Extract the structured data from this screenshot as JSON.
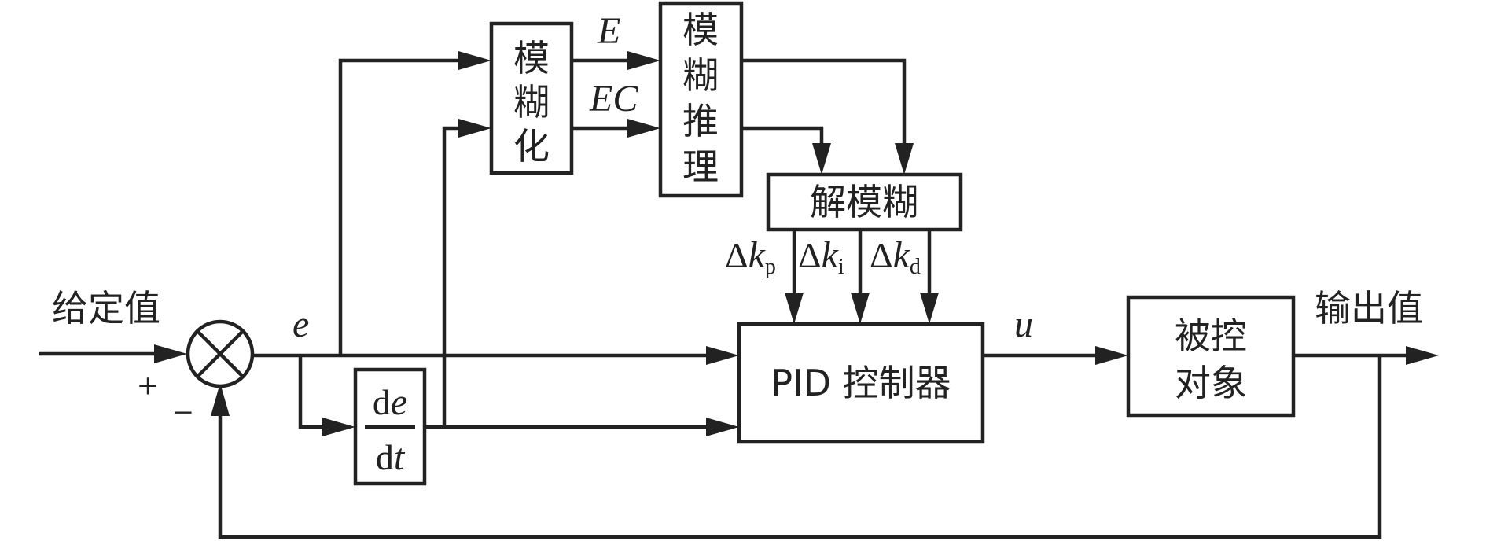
{
  "labels": {
    "input": "给定值",
    "output": "输出值",
    "error": "e",
    "control": "u",
    "plus": "+",
    "minus": "−",
    "E": "E",
    "EC": "EC"
  },
  "blocks": {
    "fuzzify": [
      "模",
      "糊",
      "化"
    ],
    "inference": [
      "模",
      "糊",
      "推",
      "理"
    ],
    "defuzz": "解模糊",
    "pid": "PID 控制器",
    "plant": [
      "被控",
      "对象"
    ],
    "deriv_num_d": "d",
    "deriv_num_e": "e",
    "deriv_den_d": "d",
    "deriv_den_t": "t"
  },
  "gains": {
    "delta": "Δ",
    "k": "k",
    "p": "p",
    "i": "i",
    "d": "d"
  }
}
